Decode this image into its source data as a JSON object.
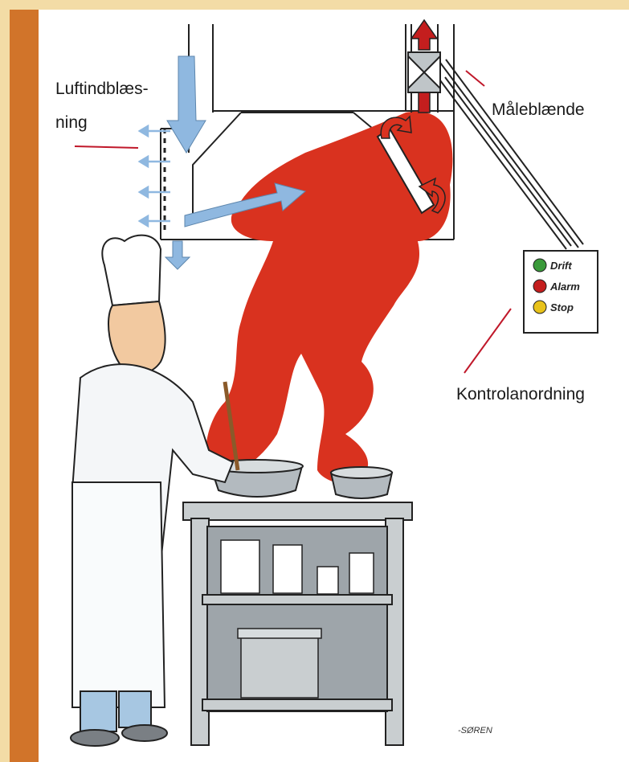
{
  "labels": {
    "air_inlet_line1": "Luftindblæs-",
    "air_inlet_line2": "ning",
    "orifice": "Måleblænde",
    "control": "Kontrolanordning"
  },
  "control_panel": {
    "items": [
      {
        "text": "Drift",
        "color": "#3a9a3a"
      },
      {
        "text": "Alarm",
        "color": "#c41e1e"
      },
      {
        "text": "Stop",
        "color": "#e8c21a"
      }
    ]
  },
  "signature": "-SØREN",
  "colors": {
    "border_outer": "#f3dca6",
    "border_accent": "#d1742a",
    "smoke": "#d9321f",
    "arrow_blue": "#8fb8e0",
    "leader_line": "#c0182a"
  }
}
